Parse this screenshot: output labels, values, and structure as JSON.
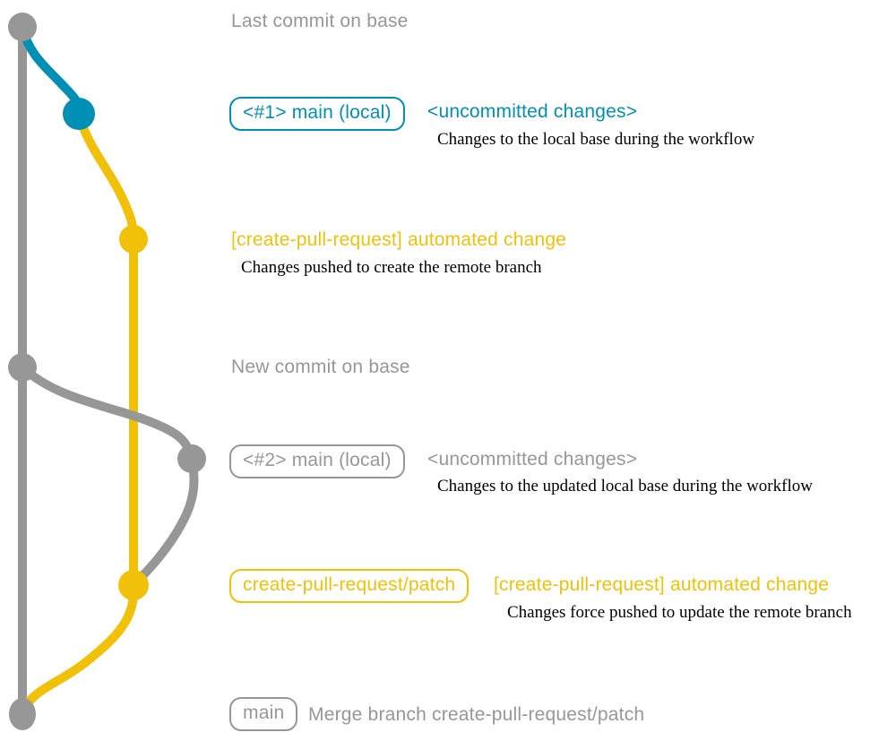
{
  "colors": {
    "gray": "#979797",
    "blue": "#008fb5",
    "yellow": "#f1c109",
    "note_text": "#000000",
    "background": "#ffffff"
  },
  "graph": {
    "branches": [
      {
        "name": "base",
        "color_key": "gray"
      },
      {
        "name": "main (local)",
        "color_key": "blue"
      },
      {
        "name": "create-pull-request/patch",
        "color_key": "yellow"
      }
    ],
    "commit_count": 7
  },
  "rows": [
    {
      "text": "Last commit on base"
    },
    {
      "badge": "<#1> main (local)",
      "message": "<uncommitted changes>",
      "note": "Changes to the local base during the workflow"
    },
    {
      "message": "[create-pull-request] automated change",
      "note": "Changes pushed to create the remote branch"
    },
    {
      "text": "New commit on base"
    },
    {
      "badge": "<#2> main (local)",
      "message": "<uncommitted changes>",
      "note": "Changes to the updated local base during the workflow"
    },
    {
      "badge": "create-pull-request/patch",
      "message": "[create-pull-request] automated change",
      "note": "Changes force pushed to update the remote branch"
    },
    {
      "badge": "main",
      "message": "Merge branch create-pull-request/patch"
    }
  ]
}
